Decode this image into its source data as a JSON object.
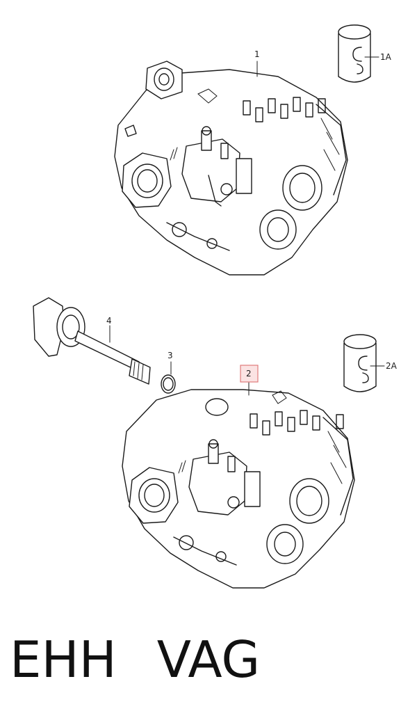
{
  "diagram": {
    "callouts": {
      "part_1": "1",
      "part_1a": "1A",
      "part_2": "2",
      "part_2a": "2A",
      "part_3": "3",
      "part_4": "4"
    },
    "highlighted_callout": "2",
    "highlight_color": "#fbe3e3",
    "highlight_border": "#e07a7a"
  },
  "footer": {
    "code": "EHH",
    "brand": "VAG"
  }
}
